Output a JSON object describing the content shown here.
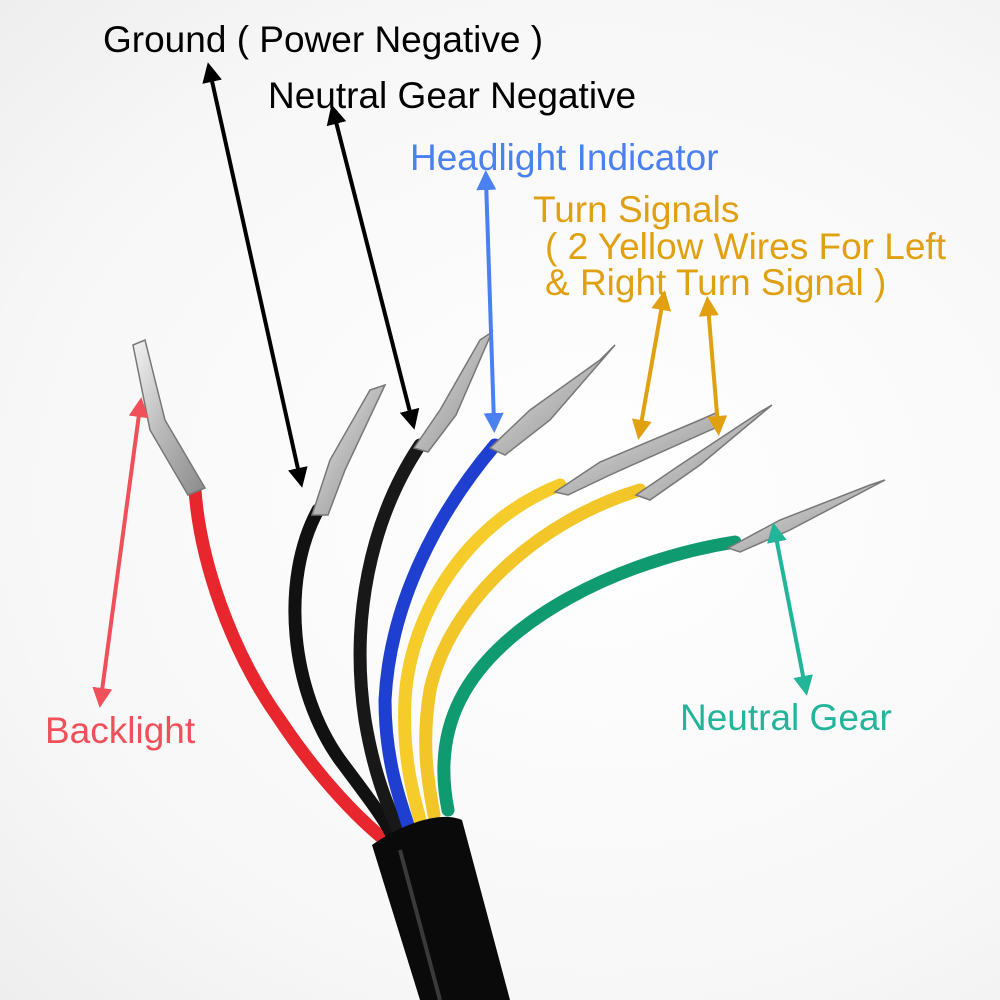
{
  "labels": {
    "ground": "Ground ( Power Negative )",
    "neutral_gear_negative": "Neutral Gear Negative",
    "headlight_indicator": "Headlight Indicator",
    "turn_signals": "Turn Signals",
    "turn_signals_line2": "( 2 Yellow Wires For Left",
    "turn_signals_line3": "& Right Turn Signal )",
    "backlight": "Backlight",
    "neutral_gear": "Neutral Gear"
  },
  "colors": {
    "black": "#000000",
    "headlight": "#4a80f0",
    "turn": "#e0a010",
    "backlight": "#f0505a",
    "neutral": "#22b59a",
    "red_wire": "#e8262e",
    "blue_wire": "#1e3fd0",
    "yellow_wire": "#f5cc2a",
    "green_wire": "#0f9a70"
  }
}
